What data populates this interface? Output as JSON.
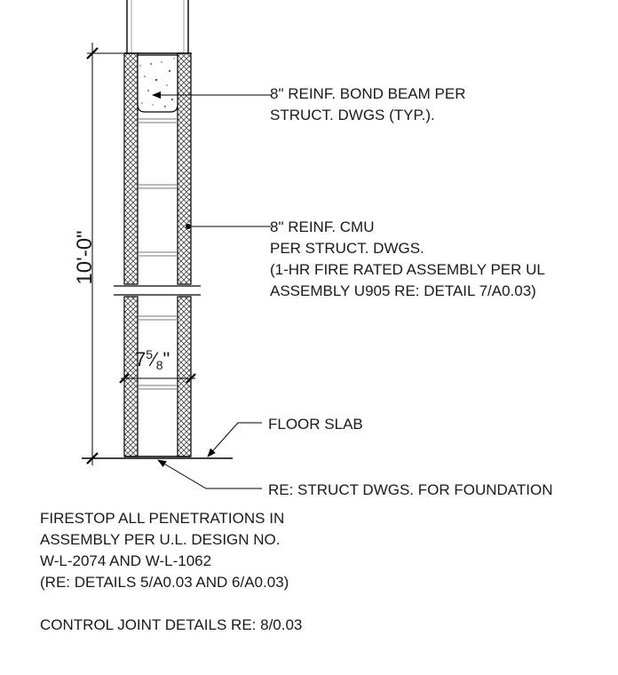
{
  "callouts": {
    "bond_beam": [
      "8\" REINF. BOND BEAM PER",
      "STRUCT. DWGS (TYP.)."
    ],
    "cmu": [
      "8\" REINF. CMU",
      "PER STRUCT. DWGS.",
      "(1-HR FIRE RATED ASSEMBLY PER UL",
      "ASSEMBLY U905 RE: DETAIL 7/A0.03)"
    ],
    "floor_slab": "FLOOR SLAB",
    "foundation": "RE: STRUCT DWGS. FOR FOUNDATION"
  },
  "dimensions": {
    "height": "10'-0\"",
    "width_whole": "7",
    "width_num": "5",
    "width_den": "8",
    "width_inch": "\""
  },
  "notes": {
    "firestop": [
      "FIRESTOP ALL PENETRATIONS IN",
      "ASSEMBLY PER U.L. DESIGN NO.",
      "W-L-2074 AND W-L-1062",
      "(RE: DETAILS 5/A0.03 AND 6/A0.03)"
    ],
    "control_joint": "CONTROL JOINT DETAILS RE: 8/0.03"
  }
}
